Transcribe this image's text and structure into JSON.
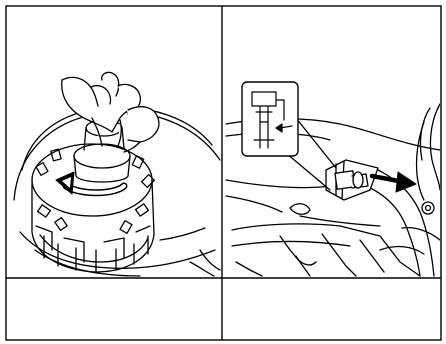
{
  "figure": {
    "panels": [
      {
        "id": "left",
        "icon": "fuel-cap-twist-illustration",
        "arrow_direction": "counterclockwise"
      },
      {
        "id": "right",
        "icon": "hose-connector-release-illustration",
        "arrow_direction": "right"
      }
    ],
    "colors": {
      "line": "#000000",
      "background": "#ffffff"
    }
  }
}
